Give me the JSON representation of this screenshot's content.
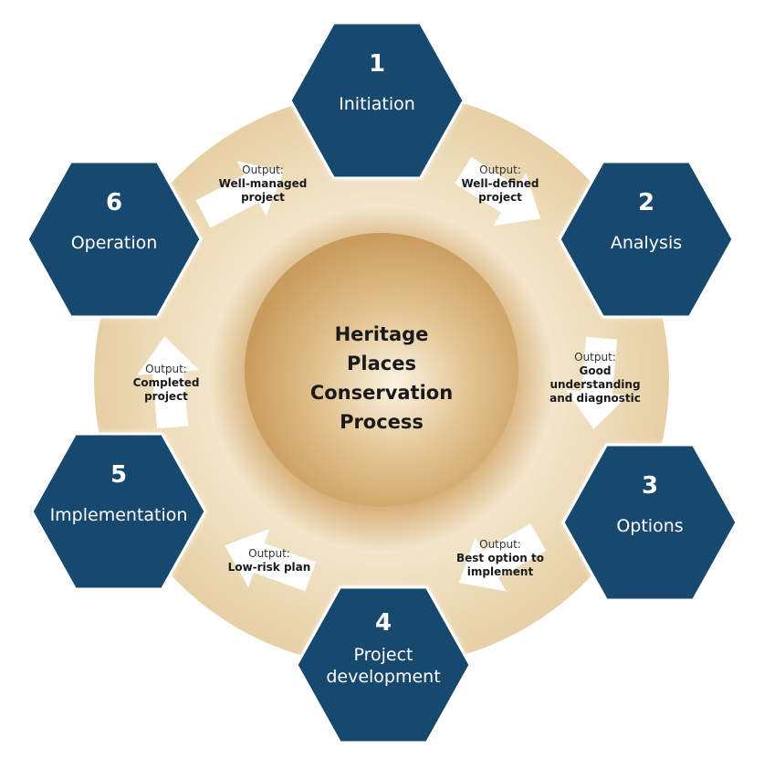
{
  "title": [
    "Heritage",
    "Places",
    "Conservation",
    "Process"
  ],
  "colors": {
    "hex": "#17486e",
    "ring": "#efdcb8",
    "core": "#d9b27a",
    "arrow": "#ffffff"
  },
  "stages": [
    {
      "number": "1",
      "label": [
        "Initiation"
      ]
    },
    {
      "number": "2",
      "label": [
        "Analysis"
      ]
    },
    {
      "number": "3",
      "label": [
        "Options"
      ]
    },
    {
      "number": "4",
      "label": [
        "Project",
        "development"
      ]
    },
    {
      "number": "5",
      "label": [
        "Implementation"
      ]
    },
    {
      "number": "6",
      "label": [
        "Operation"
      ]
    }
  ],
  "outputs": [
    {
      "key": "Output:",
      "value": [
        "Well-managed",
        "project"
      ]
    },
    {
      "key": "Output:",
      "value": [
        "Well-defined",
        "project"
      ]
    },
    {
      "key": "Output:",
      "value": [
        "Good",
        "understanding",
        "and diagnostic"
      ]
    },
    {
      "key": "Output:",
      "value": [
        "Best option to",
        "implement"
      ]
    },
    {
      "key": "Output:",
      "value": [
        "Low-risk plan"
      ]
    },
    {
      "key": "Output:",
      "value": [
        "Completed",
        "project"
      ]
    }
  ]
}
